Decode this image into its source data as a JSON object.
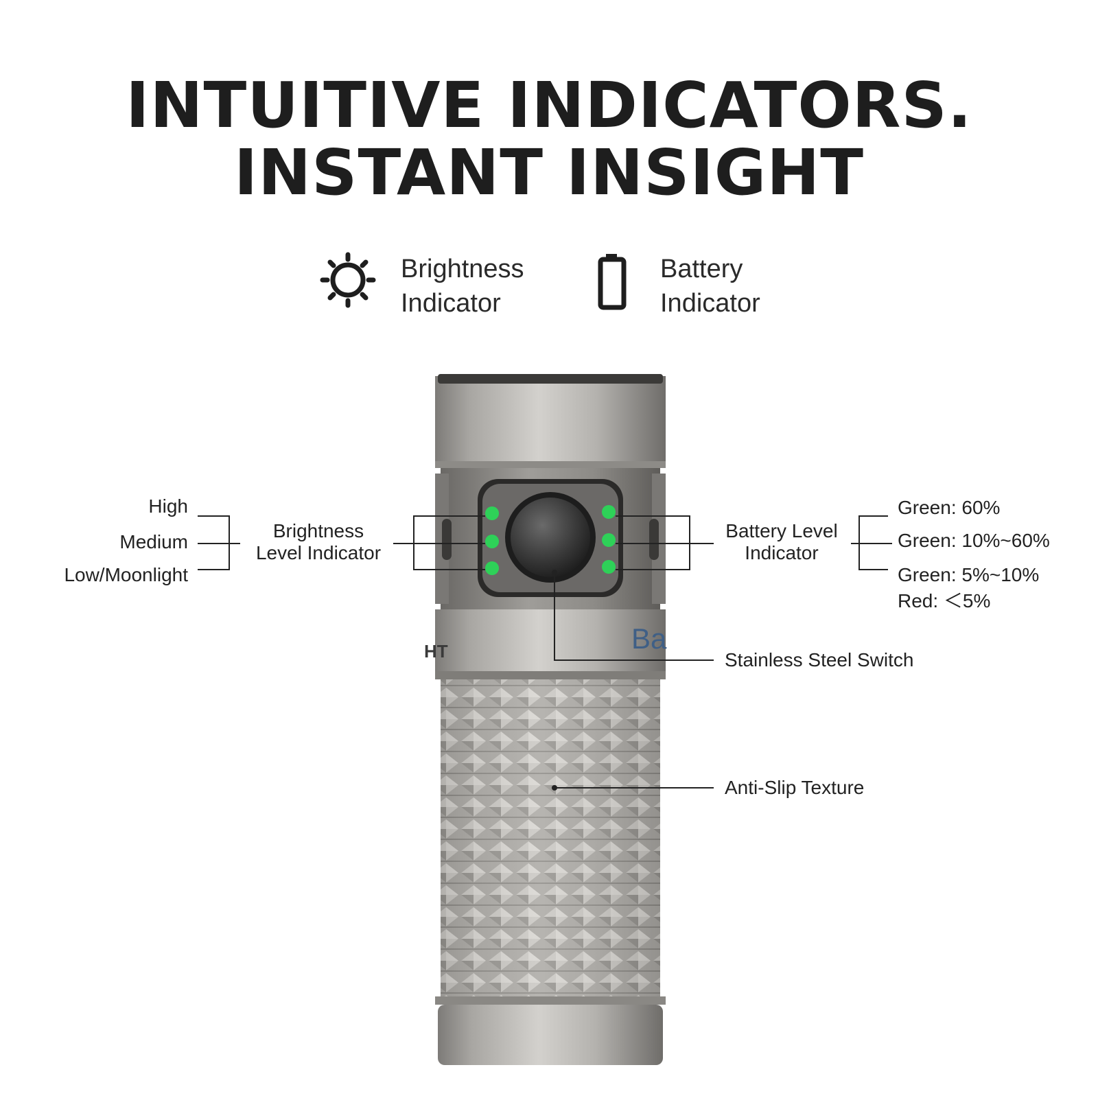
{
  "headline": {
    "line1": "INTUITIVE INDICATORS.",
    "line2": "INSTANT INSIGHT"
  },
  "legend": {
    "brightness": {
      "icon": "sun-icon",
      "line1": "Brightness",
      "line2": "Indicator"
    },
    "battery": {
      "icon": "battery-icon",
      "line1": "Battery",
      "line2": "Indicator"
    }
  },
  "brightness_levels": [
    "High",
    "Medium",
    "Low/Moonlight"
  ],
  "brightness_label": {
    "line1": "Brightness",
    "line2": "Level Indicator"
  },
  "battery_label": {
    "line1": "Battery Level",
    "line2": "Indicator"
  },
  "battery_levels": [
    "Green:  60%",
    "Green: 10%~60%",
    "Green: 5%~10%",
    "Red: ＜5%"
  ],
  "switch_label": "Stainless Steel Switch",
  "texture_label": "Anti-Slip Texture",
  "colors": {
    "led_green": "#2ed158",
    "body_metal": "#a9a7a3",
    "line": "#222222"
  }
}
